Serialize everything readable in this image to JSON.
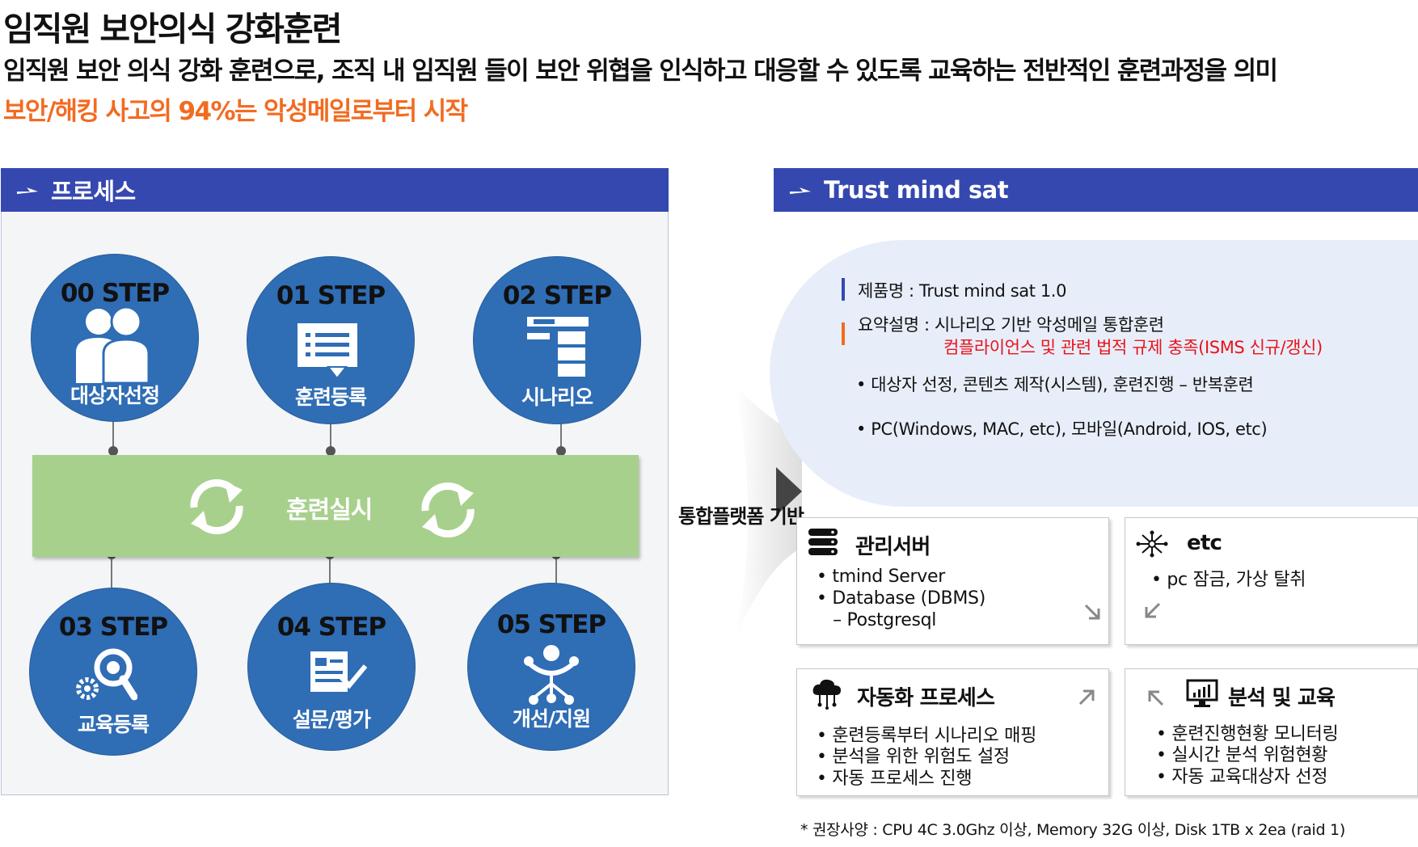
{
  "header": {
    "title": "임직원 보안의식 강화훈련",
    "subtitle": "임직원 보안 의식 강화 훈련으로, 조직 내 임직원 들이 보안 위협을 인식하고 대응할 수 있도록 교육하는 전반적인 훈련과정을 의미",
    "highlight": "보안/해킹 사고의 94%는 악성메일로부터 시작"
  },
  "process": {
    "heading": "프로세스",
    "steps": [
      {
        "label": "00 STEP",
        "name": "대상자선정",
        "icon": "users-icon"
      },
      {
        "label": "01 STEP",
        "name": "훈련등록",
        "icon": "document-list-icon"
      },
      {
        "label": "02 STEP",
        "name": "시나리오",
        "icon": "scenario-icon"
      },
      {
        "label": "03 STEP",
        "name": "교육등록",
        "icon": "gear-search-icon"
      },
      {
        "label": "04 STEP",
        "name": "설문/평가",
        "icon": "survey-icon"
      },
      {
        "label": "05 STEP",
        "name": "개선/지원",
        "icon": "support-person-icon"
      }
    ],
    "training_label": "훈련실시",
    "training_icon": "refresh-cycle-icon"
  },
  "trust": {
    "heading": "Trust mind sat",
    "product_line": "제품명 : Trust mind sat 1.0",
    "summary_line": "요약설명 : 시나리오 기반 악성메일 통합훈련",
    "summary_red": "컴플라이언스 및 관련 법적 규제 충족(ISMS 신규/갱신)",
    "bullet_1": "• 대상자 선정, 콘텐츠 제작(시스템), 훈련진행 – 반복훈련",
    "bullet_2": "• PC(Windows, MAC, etc), 모바일(Android, IOS, etc)",
    "platform_label": "통합플랫폼 기반",
    "cards": {
      "server": {
        "title": "관리서버",
        "icon": "server-icon",
        "items": [
          "• tmind Server",
          "• Database  (DBMS)",
          "   – Postgresql"
        ]
      },
      "etc": {
        "title": "etc",
        "icon": "network-hub-icon",
        "items": [
          "• pc 잠금, 가상 탈취"
        ]
      },
      "automation": {
        "title": "자동화 프로세스",
        "icon": "cloud-network-icon",
        "items": [
          "• 훈련등록부터 시나리오 매핑",
          "• 분석을 위한 위험도 설정",
          "• 자동 프로세스 진행"
        ]
      },
      "analysis": {
        "title": "분석 및 교육",
        "icon": "monitor-chart-icon",
        "items": [
          "• 훈련진행현황 모니터링",
          "• 실시간 분석 위험현황",
          "• 자동 교육대상자 선정"
        ]
      }
    },
    "footnote": "* 권장사양 : CPU 4C 3.0Ghz 이상, Memory 32G 이상, Disk 1TB x 2ea (raid 1)"
  },
  "colors": {
    "header_blue": "#3548b0",
    "circle_blue": "#2f6db5",
    "bar_green": "#a8d08d",
    "accent_orange": "#f26b21",
    "accent_red": "#e8131b",
    "bubble_bg": "#e8eef9"
  }
}
